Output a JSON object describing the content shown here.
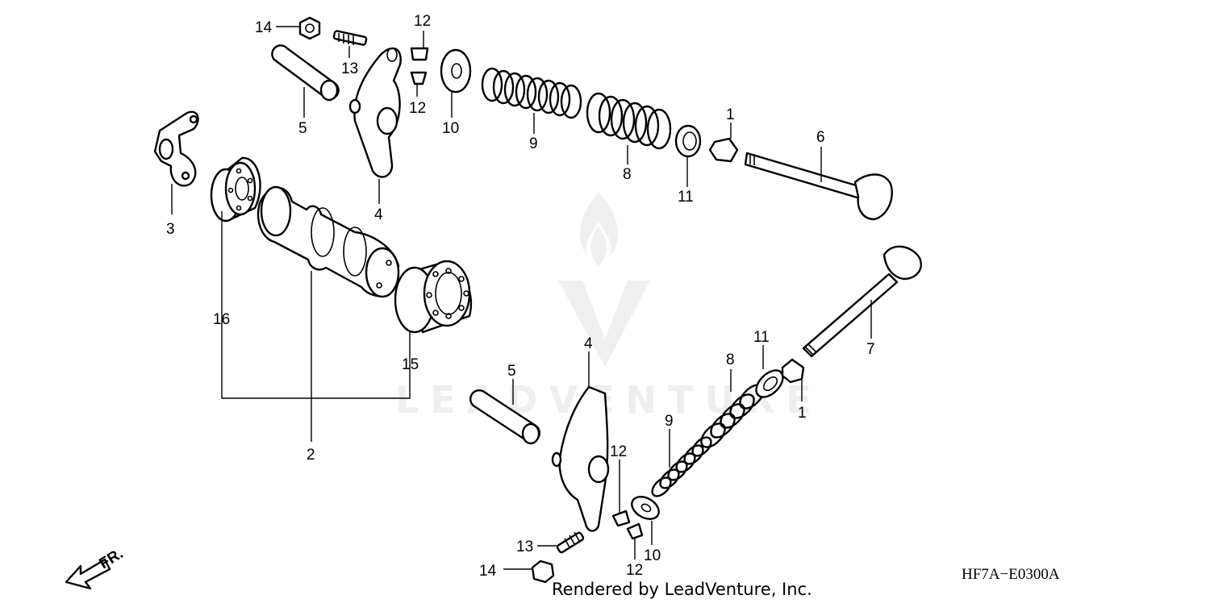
{
  "labels": {
    "l1a": "1",
    "l1b": "1",
    "l2": "2",
    "l3": "3",
    "l4a": "4",
    "l4b": "4",
    "l5a": "5",
    "l5b": "5",
    "l6": "6",
    "l7": "7",
    "l8a": "8",
    "l8b": "8",
    "l9a": "9",
    "l9b": "9",
    "l10a": "10",
    "l10b": "10",
    "l11a": "11",
    "l11b": "11",
    "l12a": "12",
    "l12b": "12",
    "l12c": "12",
    "l12d": "12",
    "l13a": "13",
    "l13b": "13",
    "l14a": "14",
    "l14b": "14",
    "l15": "15",
    "l16": "16"
  },
  "front_marker": "FR.",
  "diagram_code": "HF7A−E0300A",
  "credit": "Rendered by LeadVenture, Inc.",
  "watermark": "LEADVENTURE"
}
